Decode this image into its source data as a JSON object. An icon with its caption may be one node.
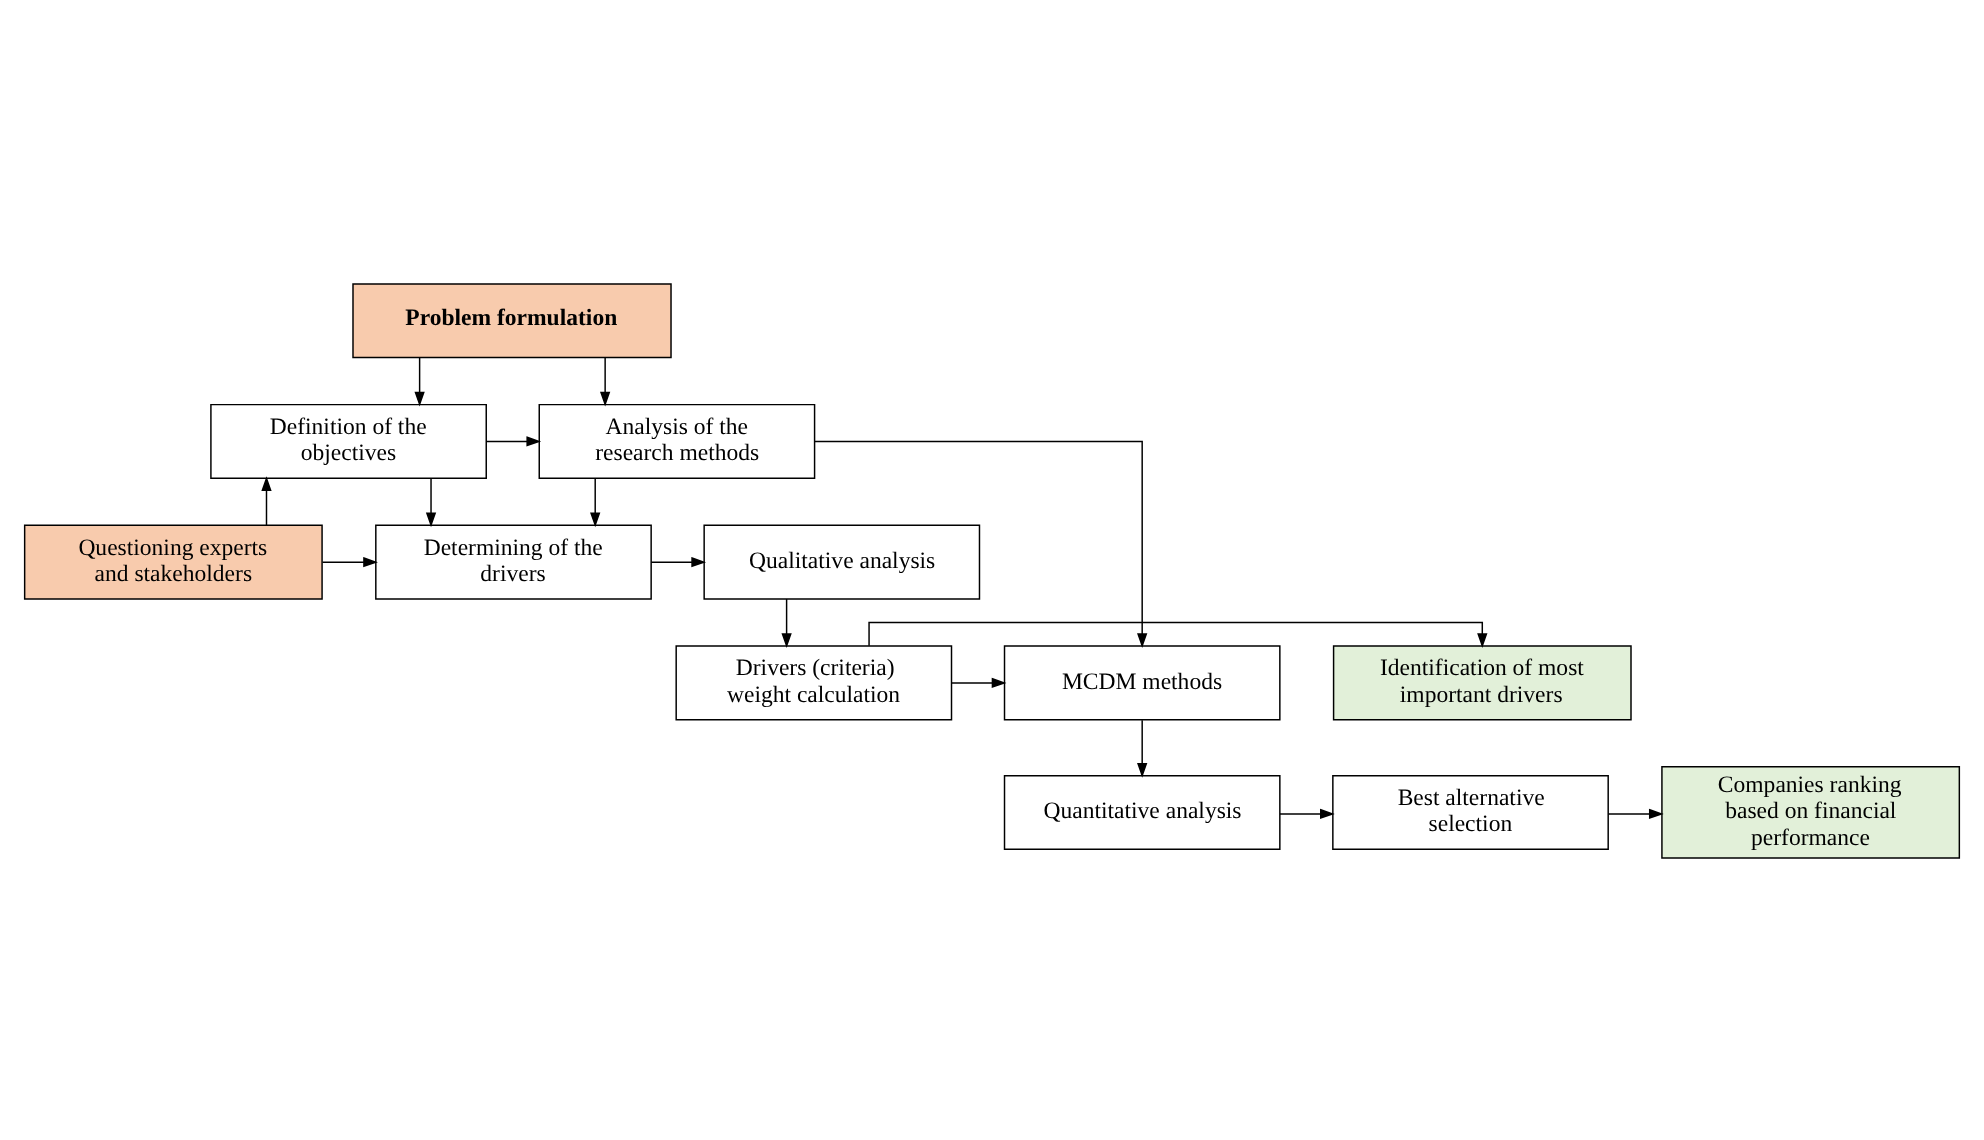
{
  "diagram": {
    "nodes": [
      {
        "text": [
          "Problem formulation"
        ]
      },
      {
        "text": [
          "Analysis of the research methods"
        ]
      },
      {
        "text": [
          "Definition of the objectives"
        ]
      },
      {
        "text": [
          "Questioning experts and stakeholders"
        ]
      },
      {
        "text": [
          "Qualitative analysis"
        ]
      },
      {
        "text": [
          "Determining of the drivers"
        ]
      },
      {
        "text": [
          "MCDM methods"
        ]
      },
      {
        "text": [
          "Drivers (criteria) weight calculation"
        ]
      },
      {
        "text": [
          "Identification of most important drivers"
        ]
      },
      {
        "text": [
          "Quantitative analysis"
        ]
      },
      {
        "text": [
          "Best alternative selection"
        ]
      },
      {
        "text": [
          "Companies ranking based on financial performance"
        ]
      }
    ],
    "edges": [
      {
        "from": 0,
        "to": 1,
        "arrow": "to"
      },
      {
        "from": 0,
        "to": 2,
        "arrow": "to"
      },
      {
        "from": 2,
        "to": 1,
        "arrow": "to"
      },
      {
        "from": 3,
        "to": 2,
        "arrow": "to"
      },
      {
        "from": 3,
        "to": 5,
        "arrow": "to"
      },
      {
        "from": 2,
        "to": 5,
        "arrow": "to"
      },
      {
        "from": 1,
        "to": 5,
        "arrow": "to"
      },
      {
        "from": 5,
        "to": 4,
        "arrow": "to"
      },
      {
        "from": 1,
        "to": 6,
        "arrow": "to"
      },
      {
        "from": 4,
        "to": 7,
        "arrow": "to"
      },
      {
        "from": 7,
        "to": 6,
        "arrow": "to"
      },
      {
        "from": 7,
        "to": 8,
        "arrow": "to"
      },
      {
        "from": 6,
        "to": 9,
        "arrow": "to"
      },
      {
        "from": 9,
        "to": 10,
        "arrow": "to"
      },
      {
        "from": 10,
        "to": 11,
        "arrow": "to"
      }
    ]
  }
}
